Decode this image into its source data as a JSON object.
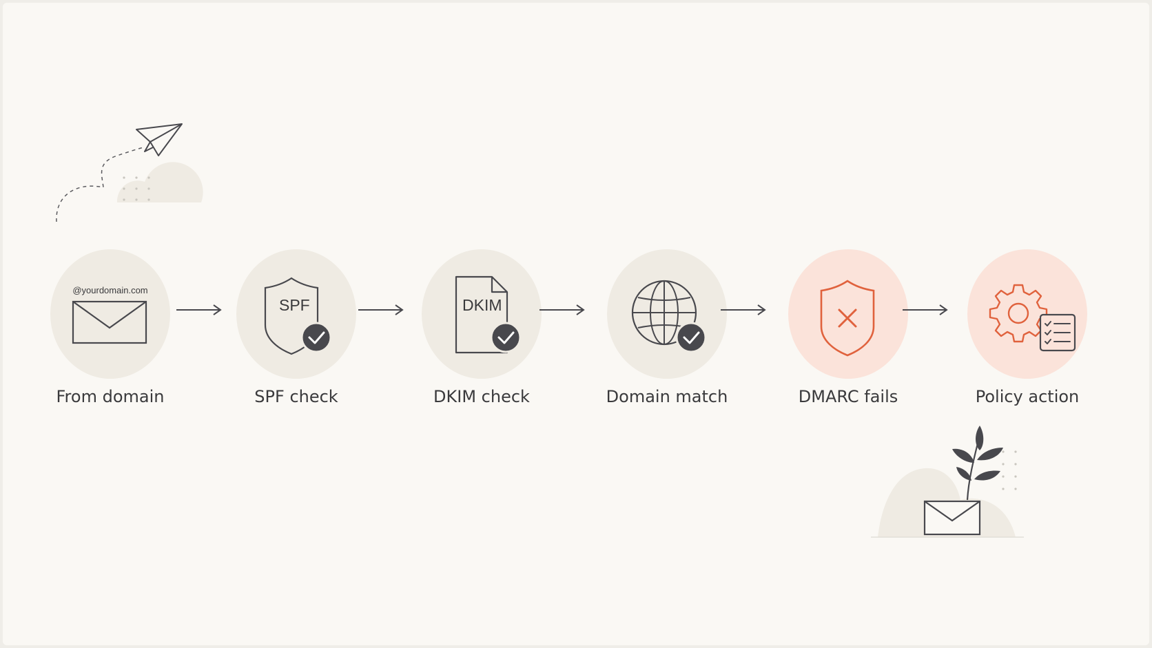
{
  "colors": {
    "background": "#faf8f4",
    "circle_neutral": "#efebe3",
    "circle_warning": "#fbe3da",
    "ink": "#48484d",
    "accent": "#e0623d"
  },
  "steps": [
    {
      "label": "From domain",
      "icon": "envelope-icon",
      "tag": "@yourdomain.com"
    },
    {
      "label": "SPF check",
      "icon": "shield-check-icon",
      "tag": "SPF"
    },
    {
      "label": "DKIM check",
      "icon": "document-check-icon",
      "tag": "DKIM"
    },
    {
      "label": "Domain match",
      "icon": "globe-check-icon"
    },
    {
      "label": "DMARC fails",
      "icon": "shield-x-icon"
    },
    {
      "label": "Policy action",
      "icon": "gear-checklist-icon"
    }
  ],
  "decorations": [
    "paper-plane-icon",
    "plant-envelope-icon"
  ]
}
